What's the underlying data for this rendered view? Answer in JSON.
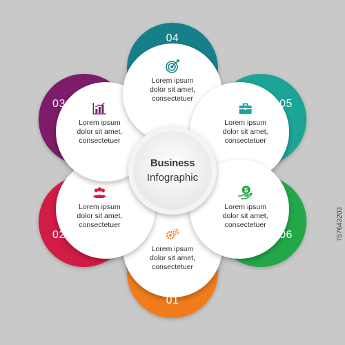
{
  "center": {
    "title": "Business",
    "subtitle": "Infographic"
  },
  "steps": [
    {
      "number": "01",
      "text": [
        "Lorem ipsum",
        "dolor sit amet,",
        "consectetuer"
      ],
      "color": "#f07c1e",
      "icon": "gears-icon"
    },
    {
      "number": "02",
      "text": [
        "Lorem ipsum",
        "dolor sit amet,",
        "consectetuer"
      ],
      "color": "#d11f45",
      "icon": "people-icon"
    },
    {
      "number": "03",
      "text": [
        "Lorem ipsum",
        "dolor sit amet,",
        "consectetuer"
      ],
      "color": "#7b1f6b",
      "icon": "bar-chart-icon"
    },
    {
      "number": "04",
      "text": [
        "Lorem ipsum",
        "dolor sit amet,",
        "consectetuer"
      ],
      "color": "#17808a",
      "icon": "target-icon"
    },
    {
      "number": "05",
      "text": [
        "Lorem ipsum",
        "dolor sit amet,",
        "consectetuer"
      ],
      "color": "#1aa596",
      "icon": "briefcase-icon"
    },
    {
      "number": "06",
      "text": [
        "Lorem ipsum",
        "dolor sit amet,",
        "consectetuer"
      ],
      "color": "#24a84a",
      "icon": "money-hand-icon"
    }
  ],
  "watermark": "757643203"
}
